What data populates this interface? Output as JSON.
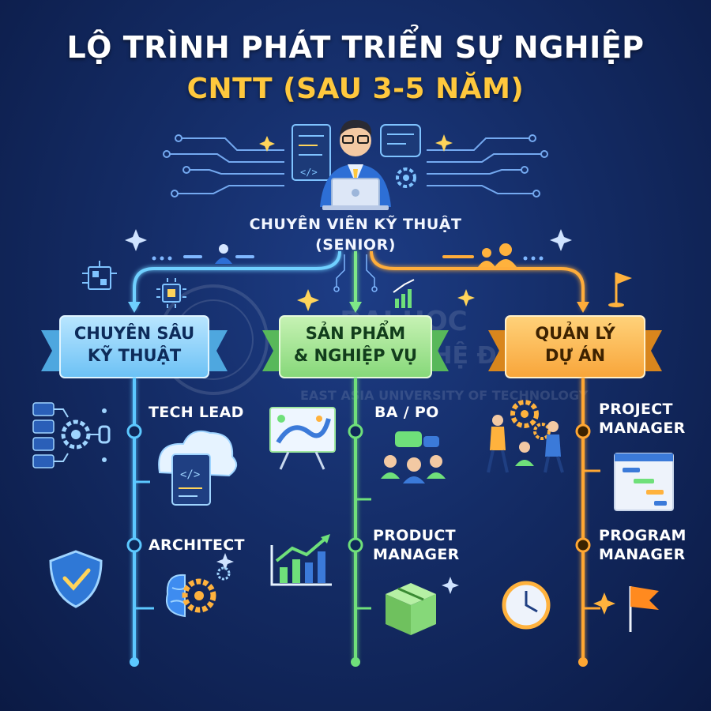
{
  "title": {
    "line1": "LỘ TRÌNH PHÁT TRIỂN SỰ NGHIỆP",
    "line2": "CNTT (SAU 3-5 NĂM)"
  },
  "root": {
    "line1": "CHUYÊN VIÊN KỸ THUẬT",
    "line2": "(SENIOR)",
    "icon": "developer-at-laptop-icon"
  },
  "branches": [
    {
      "label_line1": "CHUYÊN SÂU",
      "label_line2": "KỸ THUẬT",
      "color": "#5cc8ff",
      "banner_color": "#8fd3ff",
      "roles": [
        "TECH LEAD",
        "ARCHITECT"
      ],
      "icons": [
        "server-network-icon",
        "cloud-code-icon",
        "security-shield-icon",
        "brain-gear-icon"
      ]
    },
    {
      "label_line1": "SẢN PHẨM",
      "label_line2": "& NGHIỆP VỤ",
      "color": "#6fe07a",
      "banner_color": "#9be58c",
      "roles": [
        "BA / PO",
        "PRODUCT",
        "MANAGER"
      ],
      "icons": [
        "roadmap-board-icon",
        "team-chat-icon",
        "growth-chart-icon",
        "product-box-icon"
      ]
    },
    {
      "label_line1": "QUẢN LÝ",
      "label_line2": "DỰ ÁN",
      "color": "#ffa733",
      "banner_color": "#ffbf4d",
      "roles": [
        "PROJECT",
        "MANAGER",
        "PROGRAM",
        "MANAGER"
      ],
      "icons": [
        "team-gears-icon",
        "gantt-chart-icon",
        "clock-icon",
        "flag-icon"
      ]
    }
  ],
  "watermark": {
    "line1": "ĐẠI HỌC",
    "line2": "CÔNG NGHỆ ĐÔNG Á",
    "line3": "EAST ASIA UNIVERSITY OF TECHNOLOGY"
  }
}
